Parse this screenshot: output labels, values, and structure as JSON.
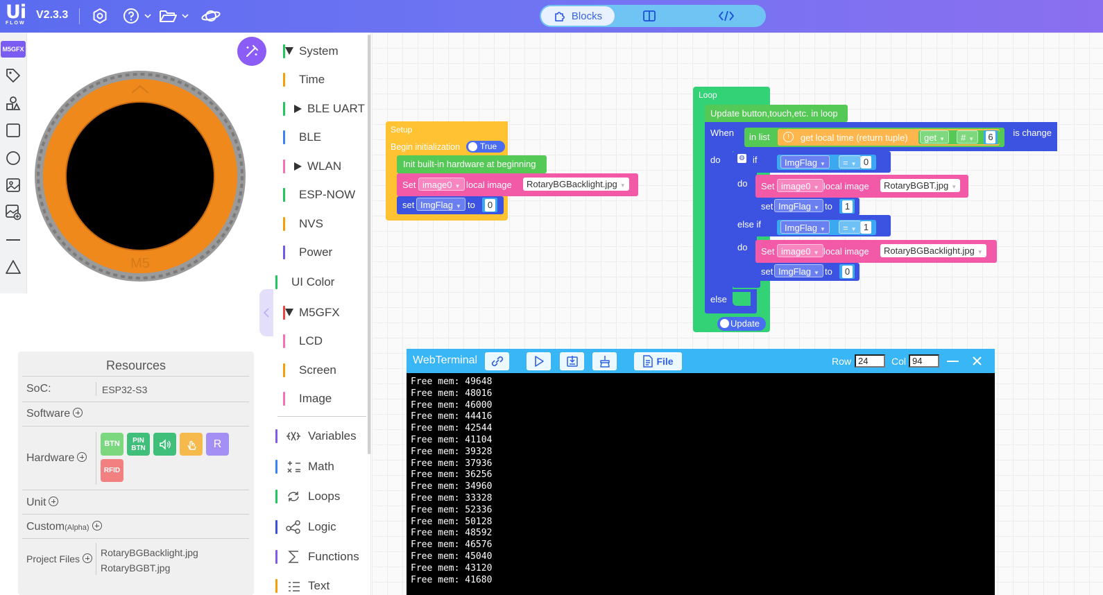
{
  "app": {
    "version": "V2.3.3",
    "logo_top": "Ui",
    "logo_bottom": "FLOW"
  },
  "view_switch": {
    "blocks_label": "Blocks"
  },
  "leftstrip": {
    "tag": "M5GFX"
  },
  "device": {
    "brand": "M5"
  },
  "categories": [
    {
      "label": "System",
      "color": "#22c55e",
      "expand": "down"
    },
    {
      "label": "Time",
      "color": "#f59e0b",
      "expand": ""
    },
    {
      "label": "BLE UART",
      "color": "#22c55e",
      "expand": "right"
    },
    {
      "label": "BLE",
      "color": "#3b82f6",
      "expand": ""
    },
    {
      "label": "WLAN",
      "color": "#f472b6",
      "expand": "right"
    },
    {
      "label": "ESP-NOW",
      "color": "#22c55e",
      "expand": ""
    },
    {
      "label": "NVS",
      "color": "#f59e0b",
      "expand": ""
    },
    {
      "label": "Power",
      "color": "#6d5ce8",
      "expand": ""
    },
    {
      "label": "UI Color",
      "color": "#22c55e",
      "expand": ""
    },
    {
      "label": "M5GFX",
      "color": "#ef4444",
      "expand": "down"
    },
    {
      "label": "LCD",
      "color": "#f472b6",
      "expand": ""
    },
    {
      "label": "Screen",
      "color": "#f59e0b",
      "expand": ""
    },
    {
      "label": "Image",
      "color": "#f472b6",
      "expand": ""
    },
    {
      "label": "Variables",
      "color": "#7c5ce8",
      "icon": "variables-icon"
    },
    {
      "label": "Math",
      "color": "#3b82f6",
      "icon": "math-icon"
    },
    {
      "label": "Loops",
      "color": "#22c55e",
      "icon": "loops-icon"
    },
    {
      "label": "Logic",
      "color": "#3b4fd8",
      "icon": "logic-icon"
    },
    {
      "label": "Functions",
      "color": "#7c5ce8",
      "icon": "functions-icon"
    },
    {
      "label": "Text",
      "color": "#f59e0b",
      "icon": "text-icon"
    }
  ],
  "resources": {
    "title": "Resources",
    "soc_label": "SoC:",
    "soc_value": "ESP32-S3",
    "software_label": "Software",
    "hardware_label": "Hardware",
    "hardware": [
      {
        "label": "BTN",
        "color": "#7bd87e"
      },
      {
        "label": "PIN BTN",
        "color": "#3fbf79"
      },
      {
        "label": "speaker-icon",
        "color": "#3fbf79"
      },
      {
        "label": "touch-icon",
        "color": "#f6b94c"
      },
      {
        "label": "R",
        "color": "#a48ff5"
      },
      {
        "label": "RFID",
        "color": "#f28080"
      }
    ],
    "unit_label": "Unit",
    "custom_label": "Custom",
    "custom_tag": "(Alpha)",
    "files_label": "Project Files",
    "files": [
      "RotaryBGBacklight.jpg",
      "RotaryBGBT.jpg"
    ]
  },
  "setup_block": {
    "title": "Setup",
    "begin_label": "Begin initialization",
    "begin_value": "True",
    "init_label": "Init built-in hardware at beginning",
    "set_label": "Set",
    "image_var": "image0",
    "local_image_label": "local image",
    "image_file": "RotaryBGBacklight.jpg",
    "set2_label": "set",
    "flag_var": "ImgFlag",
    "to_label": "to",
    "flag_value": "0"
  },
  "loop_block": {
    "title": "Loop",
    "update_label": "Update button,touch,etc. in loop",
    "when_label": "When",
    "in_list_label": "in list",
    "get_time_label": "get local time (return tuple)",
    "get_label": "get",
    "hash_label": "#",
    "index_value": "6",
    "is_change_label": "is change",
    "do_label": "do",
    "if_label": "if",
    "if_var": "ImgFlag",
    "eq_label": "=",
    "if_value": "0",
    "do1_set": "Set",
    "do1_image": "image0",
    "do1_local": "local image",
    "do1_file": "RotaryBGBT.jpg",
    "do1_set2": "set",
    "do1_flag": "ImgFlag",
    "do1_to": "to",
    "do1_value": "1",
    "elseif_label": "else if",
    "elseif_var": "ImgFlag",
    "elseif_eq": "=",
    "elseif_value": "1",
    "do2_label": "do",
    "do2_set": "Set",
    "do2_image": "image0",
    "do2_local": "local image",
    "do2_file": "RotaryBGBacklight.jpg",
    "do2_set2": "set",
    "do2_flag": "ImgFlag",
    "do2_to": "to",
    "do2_value": "0",
    "else_label": "else",
    "update_toggle": "Update"
  },
  "terminal": {
    "title": "WebTerminal",
    "file_label": "File",
    "row_label": "Row",
    "row_value": "24",
    "col_label": "Col",
    "col_value": "94",
    "lines": [
      "Free mem: 49648",
      "Free mem: 48016",
      "Free mem: 46000",
      "Free mem: 44416",
      "Free mem: 42544",
      "Free mem: 41104",
      "Free mem: 39328",
      "Free mem: 37936",
      "Free mem: 36256",
      "Free mem: 34960",
      "Free mem: 33328",
      "Free mem: 52336",
      "Free mem: 50128",
      "Free mem: 48592",
      "Free mem: 46576",
      "Free mem: 45040",
      "Free mem: 43120",
      "Free mem: 41680"
    ]
  }
}
